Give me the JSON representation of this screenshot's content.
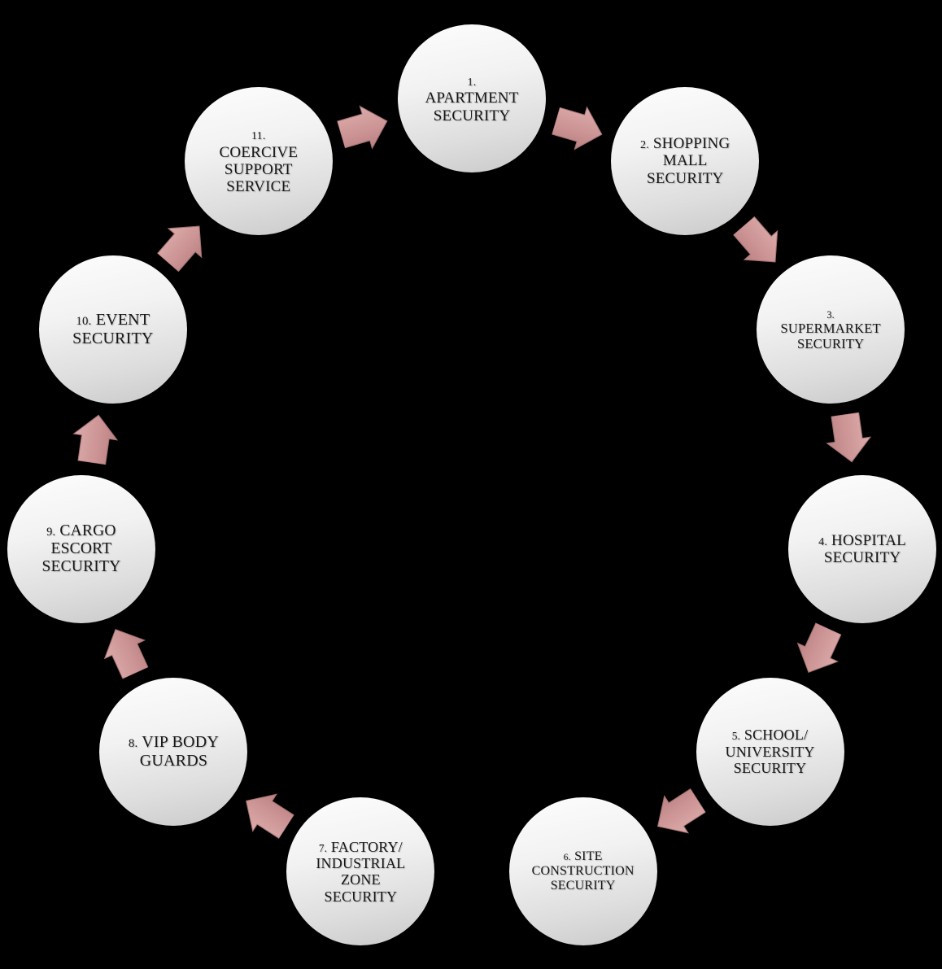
{
  "diagram": {
    "title": "security-services-cycle",
    "colors": {
      "background": "#000000",
      "node_light": "#fdfdfd",
      "node_dark": "#c9c9c9",
      "text": "#171717",
      "arrow_top": "#dcabab",
      "arrow_mid": "#cd9595",
      "arrow_bottom": "#b98181",
      "arrow_edge": "#a07070"
    },
    "nodes": [
      {
        "number": "1.",
        "number_own_line": true,
        "lines": [
          "APARTMENT",
          "SECURITY"
        ]
      },
      {
        "number": "2.",
        "number_own_line": false,
        "lines": [
          "SHOPPING",
          "MALL",
          "SECURITY"
        ]
      },
      {
        "number": "3.",
        "number_own_line": true,
        "lines": [
          "SUPERMARKET",
          "SECURITY"
        ]
      },
      {
        "number": "4.",
        "number_own_line": false,
        "lines": [
          "HOSPITAL",
          "SECURITY"
        ]
      },
      {
        "number": "5.",
        "number_own_line": false,
        "lines": [
          "SCHOOL/",
          "UNIVERSITY",
          "SECURITY"
        ]
      },
      {
        "number": "6.",
        "number_own_line": false,
        "lines": [
          "SITE",
          "CONSTRUCTION",
          "SECURITY"
        ]
      },
      {
        "number": "7.",
        "number_own_line": false,
        "lines": [
          "FACTORY/",
          "INDUSTRIAL",
          "ZONE",
          "SECURITY"
        ]
      },
      {
        "number": "8.",
        "number_own_line": false,
        "lines": [
          "VIP BODY",
          "GUARDS"
        ]
      },
      {
        "number": "9.",
        "number_own_line": false,
        "lines": [
          "CARGO",
          "ESCORT",
          "SECURITY"
        ]
      },
      {
        "number": "10.",
        "number_own_line": false,
        "lines": [
          "EVENT",
          "SECURITY"
        ]
      },
      {
        "number": "11.",
        "number_own_line": true,
        "lines": [
          "COERCIVE",
          "SUPPORT",
          "SERVICE"
        ]
      }
    ],
    "connections": [
      {
        "from": 1,
        "to": 2
      },
      {
        "from": 2,
        "to": 3
      },
      {
        "from": 3,
        "to": 4
      },
      {
        "from": 4,
        "to": 5
      },
      {
        "from": 5,
        "to": 6
      },
      {
        "from": 7,
        "to": 8
      },
      {
        "from": 8,
        "to": 9
      },
      {
        "from": 9,
        "to": 10
      },
      {
        "from": 10,
        "to": 11
      },
      {
        "from": 11,
        "to": 1
      }
    ]
  }
}
